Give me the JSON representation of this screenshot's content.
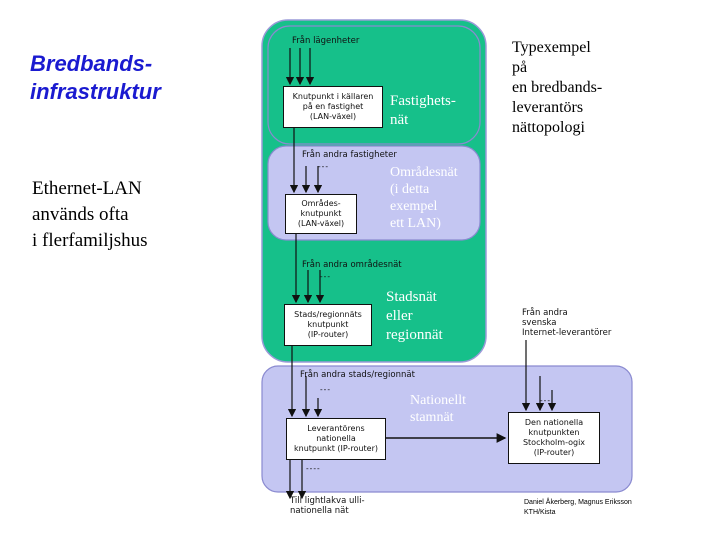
{
  "slide": {
    "title": "Bredbands-\ninfrastruktur",
    "body": "Ethernet-LAN\nanvänds ofta\ni flerfamiljshus",
    "side_title": "Typexempel\npå\nen bredbands-\nleverantörs\nnättopologi",
    "credit": "Daniel Åkerberg, Magnus Eriksson\nKTH/Kista"
  },
  "diagram": {
    "colors": {
      "green": "#16c08a",
      "blue": "#c4c6f2",
      "line": "#111111"
    },
    "zones": {
      "fastighet": {
        "name": "Fastighets-\nnät",
        "in_label": "Från lägenheter",
        "node": "Knutpunkt i källaren\npå en fastighet\n(LAN-växel)"
      },
      "omrade": {
        "name": "Områdesnät\n(i detta\nexempel\nett LAN)",
        "in_label": "Från andra fastigheter",
        "node": "Områdes-\nknutpunkt\n(LAN-växel)"
      },
      "stad": {
        "name": "Stadsnät\neller\nregionnät",
        "in_label": "Från andra områdesnät",
        "node": "Stads/regionnäts\nknutpunkt\n(IP-router)"
      },
      "national": {
        "name": "Nationellt\nstamnät",
        "in_label": "Från andra stads/regionnät",
        "node": "Leverantörens\nnationella\nknutpunkt (IP-router)",
        "out_label": "Till lightlakva ulli-\nnationella nät"
      },
      "sthlm": {
        "in_label": "Från andra\nsvenska\nInternet-leverantörer",
        "node": "Den nationella\nknutpunkten\nStockholm-ogix\n(IP-router)"
      }
    }
  }
}
